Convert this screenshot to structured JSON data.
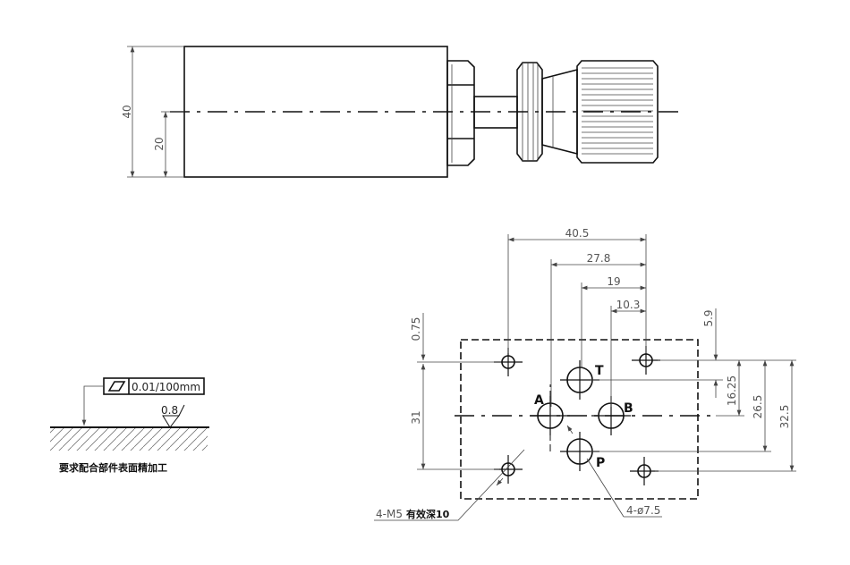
{
  "side_view": {
    "dim_height": "40",
    "dim_center": "20"
  },
  "tolerance": {
    "flatness_value": "0.01/100mm",
    "roughness": "0.8",
    "note": "要求配合部件表面精加工"
  },
  "mounting_face": {
    "dims_top": [
      "40.5",
      "27.8",
      "19",
      "10.3"
    ],
    "dims_right": [
      "5.9",
      "16.25",
      "26.5",
      "32.5"
    ],
    "dims_left": [
      "0.75",
      "31"
    ],
    "ports": {
      "T": "T",
      "A": "A",
      "B": "B",
      "P": "P"
    },
    "callout_screw": "4-M5",
    "callout_screw_depth": "有效深10",
    "callout_port": "4-ø7.5"
  }
}
